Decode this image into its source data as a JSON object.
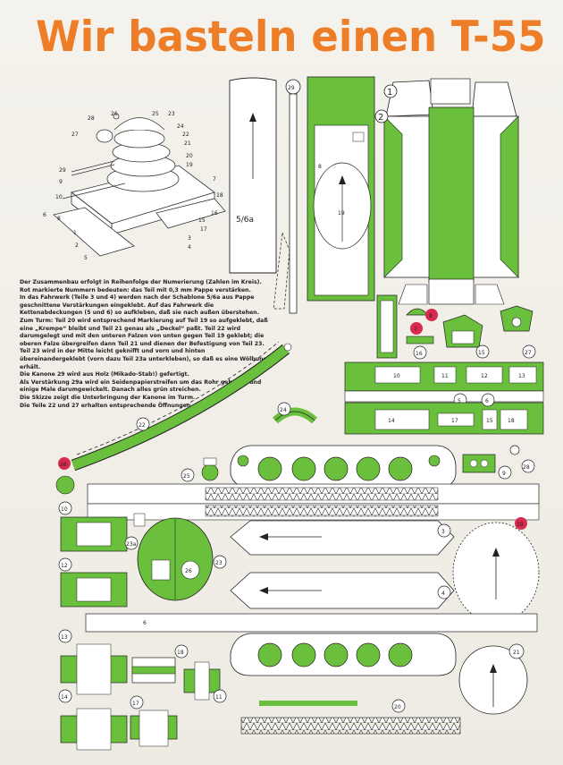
{
  "title": "Wir basteln einen T-55",
  "colors": {
    "green": "#6abf3c",
    "orange": "#ee7d28",
    "red": "#d8294e",
    "ink": "#222222",
    "paper": "#f4f2ec"
  },
  "instructions": [
    "Der Zusammenbau erfolgt in Reihenfolge der Numerierung (Zahlen im Kreis).",
    "Rot markierte Nummern bedeuten: das Teil mit 0,3 mm Pappe verstärken.",
    "In das Fahrwerk (Teile 3 und 4) werden nach der Schablone 5/6a aus Pappe geschnittene Verstärkungen eingeklebt. Auf das Fahrwerk die Kettenabdeckungen (5 und 6) so aufkleben, daß sie nach außen überstehen.",
    "Zum Turm: Teil 20 wird entsprechend Markierung auf Teil 19 so aufgeklebt, daß eine „Krempe“ bleibt und Teil 21 genau als „Deckel“ paßt. Teil 22 wird darumgelegt und mit den unteren Falzen von unten gegen Teil 19 geklebt; die oberen Falze übergreifen dann Teil 21 und dienen der Befestigung von Teil 23. Teil 23 wird in der Mitte leicht geknifft und vorn und hinten übereinandergeklebt (vorn dazu Teil 23a unterkleben), so daß es eine Wölbung erhält.",
    "Die Kanone 29 wird aus Holz (Mikado-Stab!) gefertigt.",
    "Als Verstärkung 29a wird ein Seidenpapierstreifen um das Rohr geheftet und einige Male darumgewickelt. Danach alles grün streichen.",
    "Die Skizze zeigt die Unterbringung der Kanone im Turm.",
    "Die Teile 22 und 27 erhalten entsprechende Öffnungen."
  ],
  "template_label": "5/6a",
  "parts": {
    "p1": "1",
    "p2": "2",
    "p3": "3",
    "p4": "4",
    "p5": "5",
    "p6": "6",
    "p7": "7",
    "p8": "8",
    "p9": "9",
    "p10": "10",
    "p11": "11",
    "p12": "12",
    "p13": "13",
    "p14": "14",
    "p15": "15",
    "p16": "16",
    "p17": "17",
    "p18": "18",
    "p19": "19",
    "p20": "20",
    "p21": "21",
    "p22": "22",
    "p23": "23",
    "p23a": "23a",
    "p24": "24",
    "p25": "25",
    "p26": "26",
    "p27": "27",
    "p28": "28",
    "p29": "29"
  },
  "sketch_labels": [
    "28",
    "26",
    "25",
    "23",
    "27",
    "24",
    "22",
    "21",
    "20",
    "19",
    "29",
    "9",
    "10",
    "7",
    "18",
    "6",
    "16",
    "8",
    "15",
    "17",
    "1",
    "2",
    "3",
    "4",
    "5"
  ]
}
